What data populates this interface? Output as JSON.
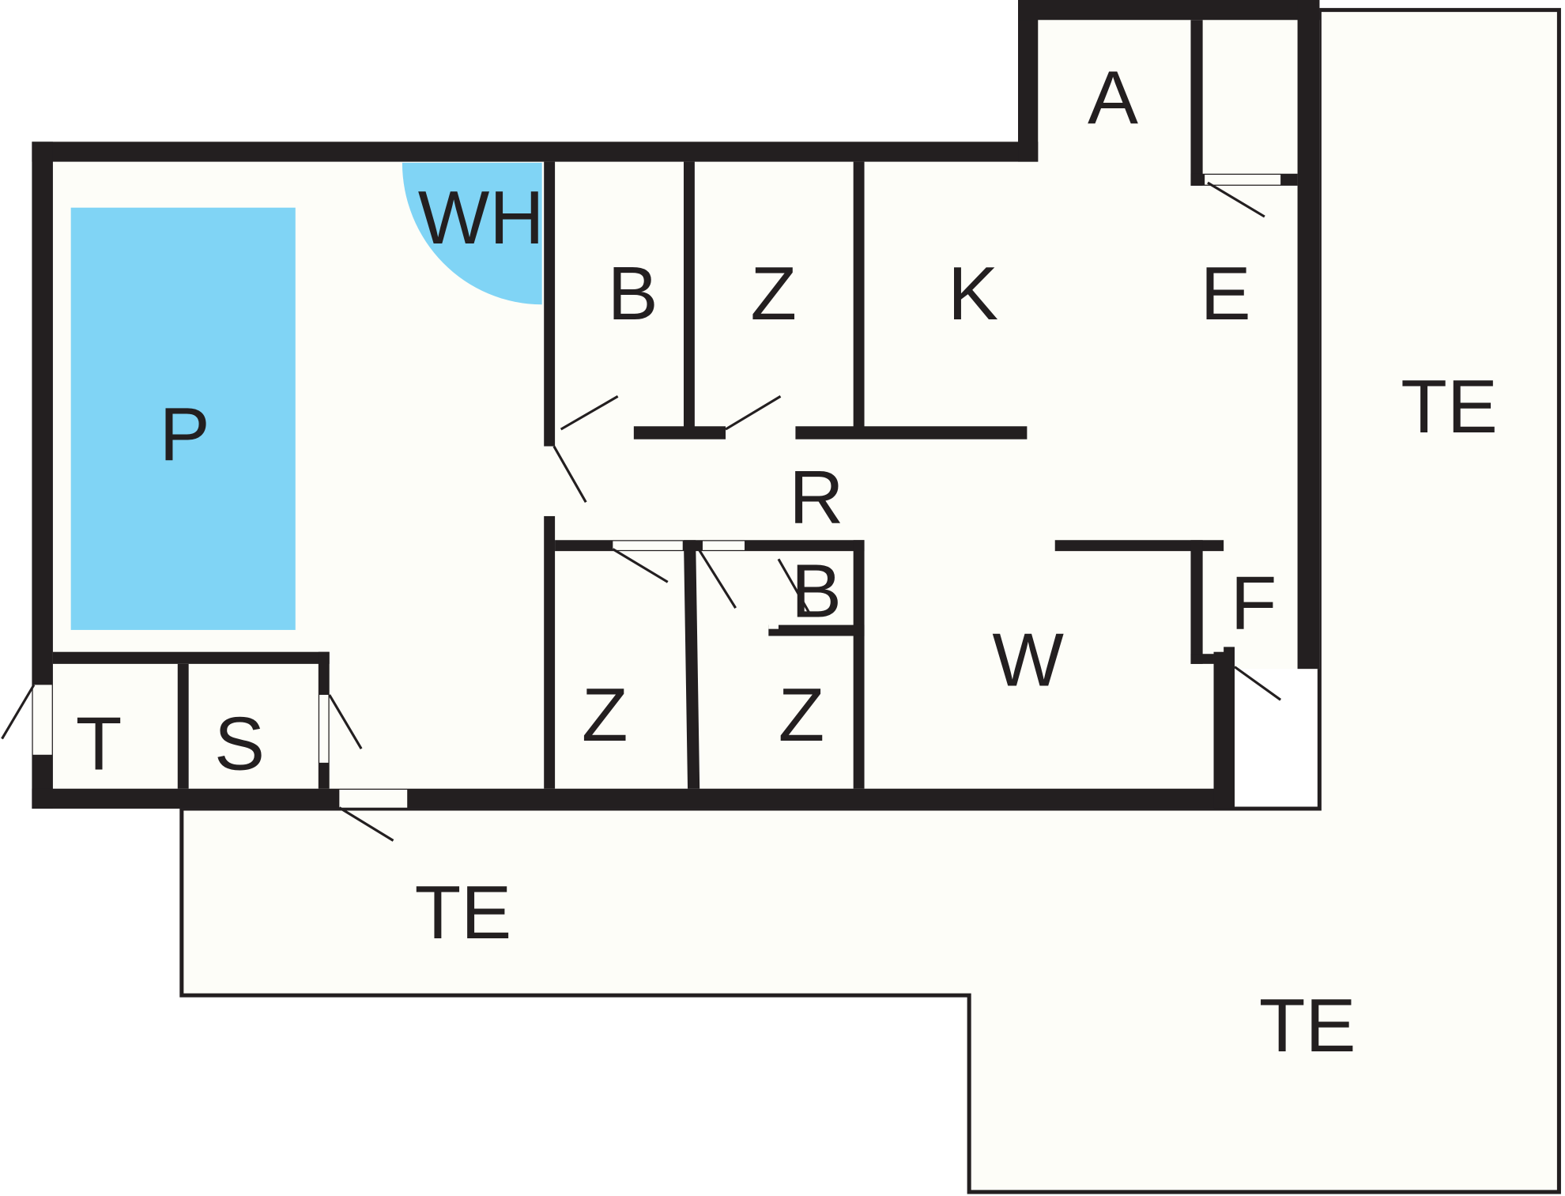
{
  "colors": {
    "wall": "#231f20",
    "floor": "#fdfdf8",
    "pool": "#80d4f5"
  },
  "rooms": {
    "A": "A",
    "WH": "WH",
    "B1": "B",
    "Z1": "Z",
    "K": "K",
    "E": "E",
    "P": "P",
    "TE_right": "TE",
    "B2": "B",
    "R": "R",
    "F": "F",
    "W": "W",
    "Z2": "Z",
    "Z3": "Z",
    "T": "T",
    "S": "S",
    "TE_bottom": "TE",
    "TE_corner": "TE"
  }
}
